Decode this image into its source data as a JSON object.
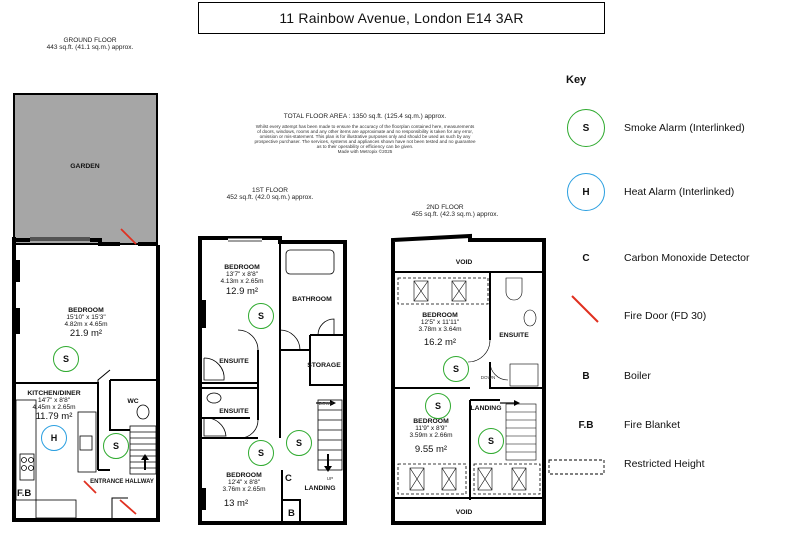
{
  "title": "11 Rainbow Avenue, London E14 3AR",
  "ground_floor": {
    "heading": "GROUND FLOOR",
    "size": "443 sq.ft. (41.1 sq.m.) approx.",
    "rooms": {
      "garden": "GARDEN",
      "bedroom": {
        "name": "BEDROOM",
        "dim_imperial": "15'10\" x 15'3\"",
        "dim_metric": "4.82m x 4.65m",
        "area": "21.9 m²"
      },
      "kitchen": {
        "name": "KITCHEN/DINER",
        "dim_imperial": "14'7\" x 8'8\"",
        "dim_metric": "4.45m x 2.65m",
        "area": "11.79 m²"
      },
      "wc": "WC",
      "hallway": "ENTRANCE HALLWAY"
    },
    "fb": "F.B"
  },
  "total": {
    "heading": "TOTAL FLOOR AREA : 1350 sq.ft. (125.4 sq.m.) approx.",
    "disclaimer_1": "Whilst every attempt has been made to ensure the accuracy of the floorplan contained here, measurements",
    "disclaimer_2": "of doors, windows, rooms and any other items are approximate and no responsibility is taken for any error,",
    "disclaimer_3": "omission or mis-statement. This plan is for illustrative purposes only and should be used as such by any",
    "disclaimer_4": "prospective purchaser. The services, systems and appliances shown have not been tested and no guarantee",
    "disclaimer_5": "as to their operability or efficiency can be given.",
    "disclaimer_6": "Made with Metropix ©2025"
  },
  "first_floor": {
    "heading": "1ST FLOOR",
    "size": "452 sq.ft. (42.0 sq.m.) approx.",
    "rooms": {
      "bedroom_top": {
        "name": "BEDROOM",
        "dim_imperial": "13'7\" x 8'8\"",
        "dim_metric": "4.13m x 2.65m",
        "area": "12.9 m²"
      },
      "bathroom": "BATHROOM",
      "ensuite_1": "ENSUITE",
      "storage": "STORAGE",
      "ensuite_2": "ENSUITE",
      "bedroom_bottom": {
        "name": "BEDROOM",
        "dim_imperial": "12'4\" x 8'8\"",
        "dim_metric": "3.76m x 2.65m",
        "area": "13 m²"
      },
      "landing": "LANDING",
      "down": "DOWN",
      "up": "UP"
    },
    "markers": {
      "c": "C",
      "b": "B"
    }
  },
  "second_floor": {
    "heading": "2ND FLOOR",
    "size": "455 sq.ft. (42.3 sq.m.) approx.",
    "rooms": {
      "void_top": "VOID",
      "bedroom_top": {
        "name": "BEDROOM",
        "dim_imperial": "12'5\" x 11'11\"",
        "dim_metric": "3.78m x 3.64m",
        "area": "16.2 m²"
      },
      "ensuite": "ENSUITE",
      "landing": "LANDING",
      "bedroom_bottom": {
        "name": "BEDROOM",
        "dim_imperial": "11'9\" x 8'9\"",
        "dim_metric": "3.59m x 2.66m",
        "area": "9.55 m²"
      },
      "void_bottom": "VOID",
      "down": "DOWN"
    }
  },
  "alarm_labels": {
    "smoke": "S",
    "heat": "H"
  },
  "key": {
    "title": "Key",
    "items": [
      {
        "symbol": "S",
        "label": "Smoke Alarm (Interlinked)"
      },
      {
        "symbol": "H",
        "label": "Heat Alarm (Interlinked)"
      },
      {
        "symbol": "C",
        "label": "Carbon Monoxide Detector"
      },
      {
        "symbol": "",
        "label": "Fire Door (FD 30)"
      },
      {
        "symbol": "B",
        "label": "Boiler"
      },
      {
        "symbol": "F.B",
        "label": "Fire Blanket"
      },
      {
        "symbol": "",
        "label": "Restricted Height"
      }
    ]
  },
  "colors": {
    "smoke": "#2faa2f",
    "heat": "#2a9fe0",
    "fire_door": "#e03020",
    "wall": "#000000",
    "garden": "#a6a6a6",
    "void": "#ffffff"
  }
}
